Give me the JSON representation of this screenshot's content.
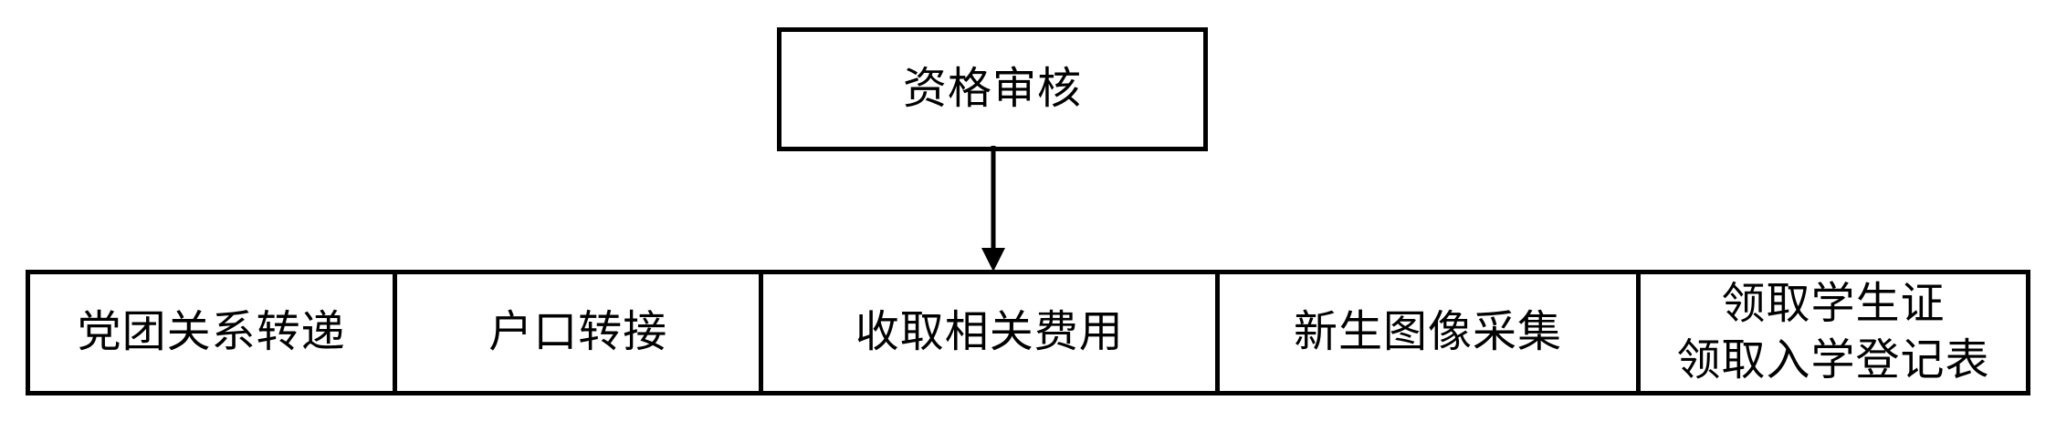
{
  "diagram": {
    "type": "flowchart",
    "orientation": "top-down",
    "background_color": "#ffffff",
    "line_color": "#000000",
    "text_color": "#000000",
    "top_node": {
      "label": "资格审核"
    },
    "connector": {
      "icon": "down-arrow-icon",
      "from": "资格审核",
      "to": "收取相关费用",
      "style": "solid-line-with-filled-arrowhead"
    },
    "bottom_row": {
      "cells": [
        {
          "label": "党团关系转递"
        },
        {
          "label": "户口转接"
        },
        {
          "label": "收取相关费用"
        },
        {
          "label": "新生图像采集"
        },
        {
          "label": "领取学生证\n领取入学登记表"
        }
      ]
    }
  }
}
